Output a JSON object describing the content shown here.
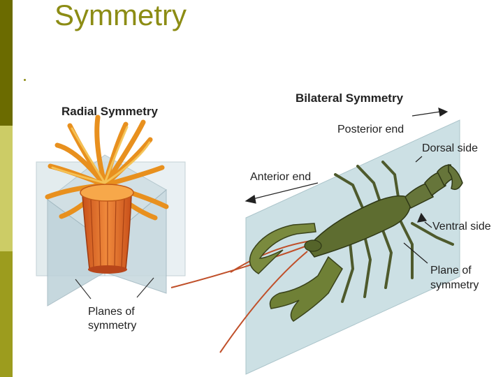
{
  "slide": {
    "title": "Symmetry",
    "accent_colors": {
      "dark": "#6b6b00",
      "light": "#cccc66",
      "mid": "#9c9c1e",
      "title": "#8c8c14"
    }
  },
  "figure": {
    "radial_title": "Radial Symmetry",
    "bilateral_title": "Bilateral Symmetry",
    "posterior_label": "Posterior end",
    "dorsal_label": "Dorsal side",
    "anterior_label": "Anterior end",
    "ventral_label": "Ventral side",
    "plane_right_line1": "Plane of",
    "plane_right_line2": "symmetry",
    "planes_left_line1": "Planes of",
    "planes_left_line2": "symmetry",
    "radial_subject_icon": "sea-anemone-icon",
    "bilateral_subject_icon": "crayfish-icon"
  }
}
